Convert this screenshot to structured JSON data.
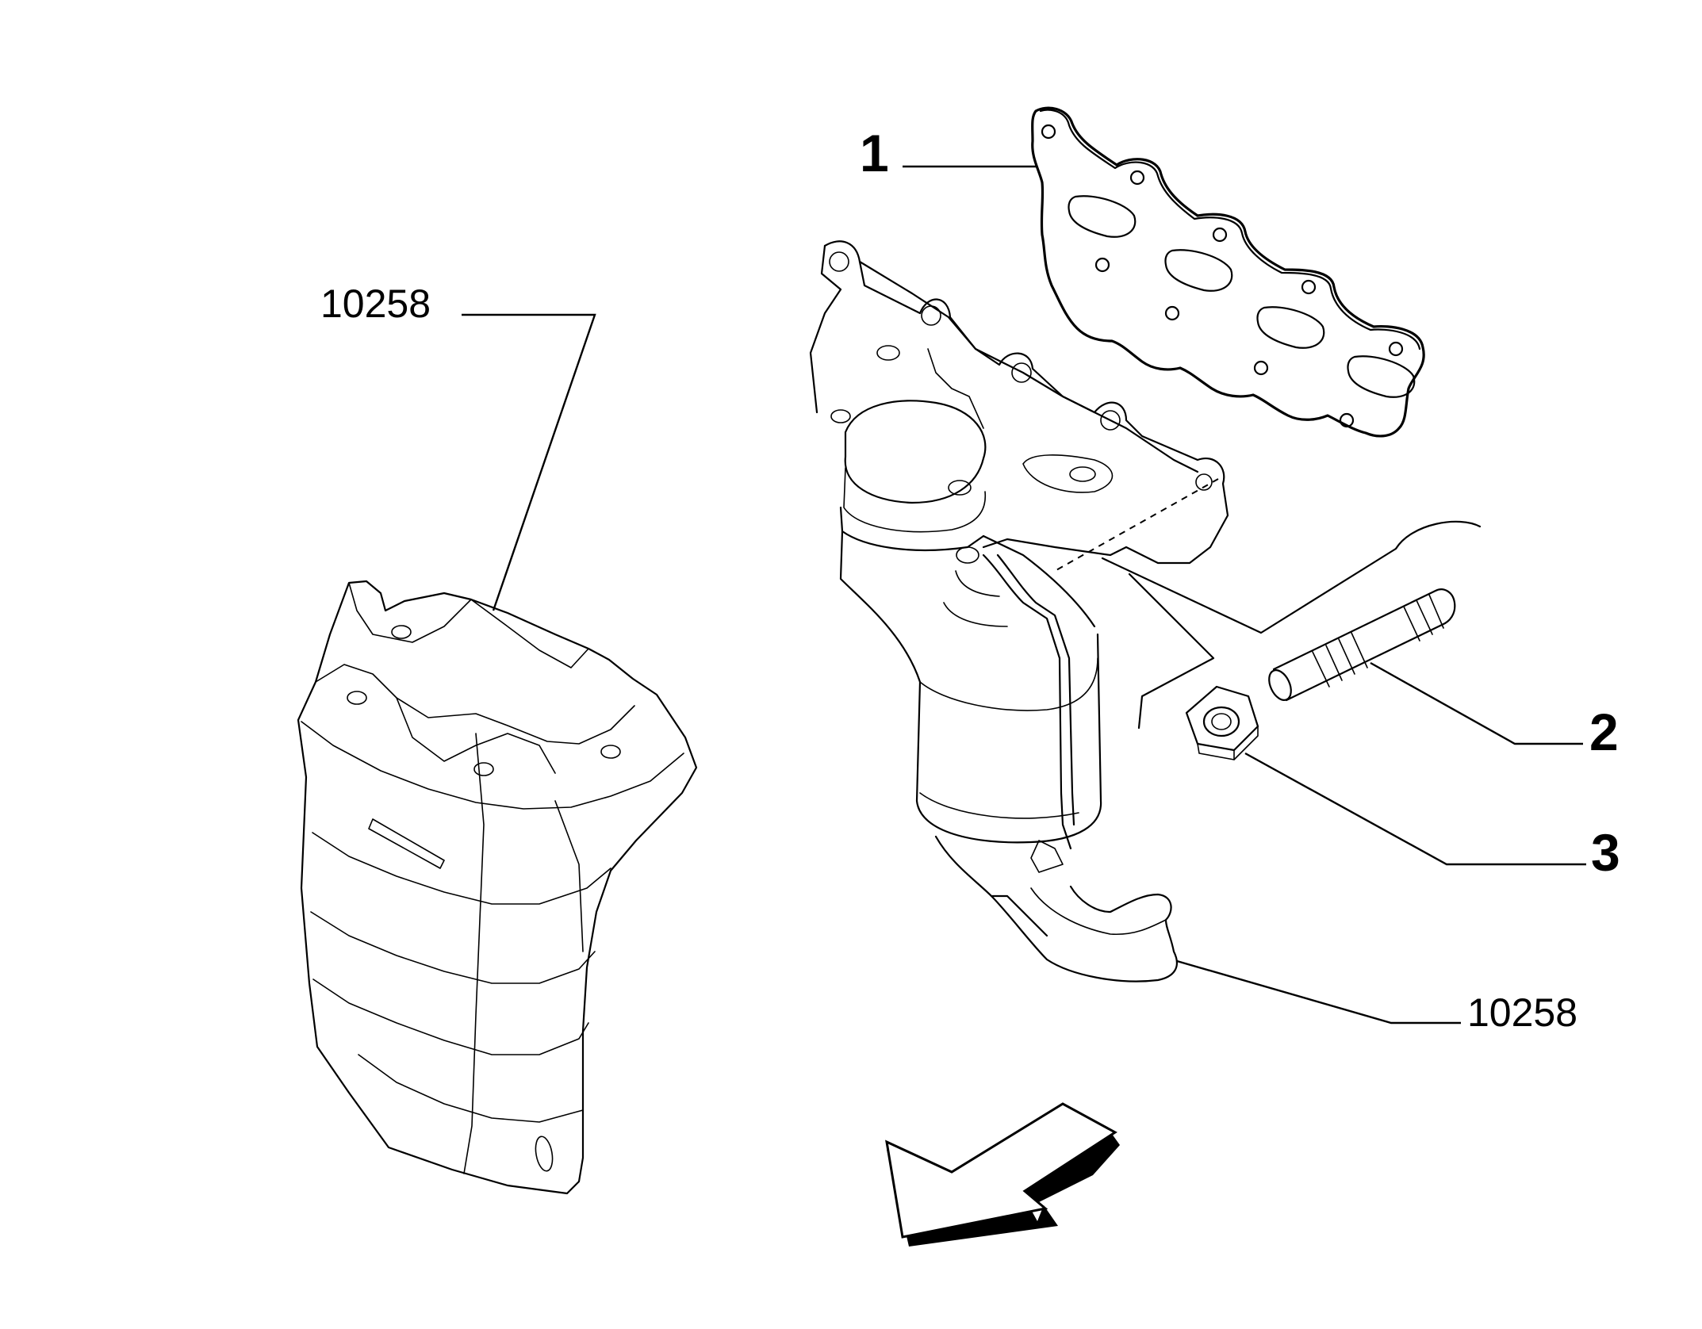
{
  "callouts": {
    "heat_shield_ref": "10258",
    "gasket_number": "1",
    "stud_number": "2",
    "nut_number": "3",
    "downpipe_ref": "10258"
  },
  "icons": {
    "gasket": "gasket-icon",
    "heat_shield": "heat-shield-icon",
    "manifold": "exhaust-manifold-icon",
    "stud": "stud-icon",
    "nut": "nut-icon",
    "direction_arrow": "direction-arrow-icon"
  },
  "colors": {
    "line": "#000000",
    "background": "#ffffff"
  }
}
